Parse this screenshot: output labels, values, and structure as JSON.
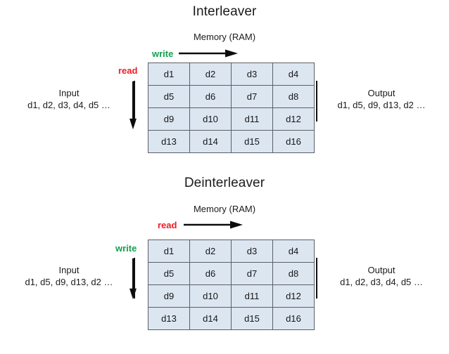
{
  "diagram": {
    "cell_fill": "#dce6f1",
    "cell_border": "#5a5f66",
    "write_color": "#12a050",
    "read_color": "#ee1c25"
  },
  "interleaver": {
    "title": "Interleaver",
    "memory_label": "Memory (RAM)",
    "horizontal_op": "write",
    "vertical_op": "read",
    "input": {
      "header": "Input",
      "sequence": "d1, d2, d3, d4, d5 …"
    },
    "output": {
      "header": "Output",
      "sequence": "d1, d5, d9, d13, d2 …"
    },
    "grid": [
      [
        "d1",
        "d2",
        "d3",
        "d4"
      ],
      [
        "d5",
        "d6",
        "d7",
        "d8"
      ],
      [
        "d9",
        "d10",
        "d11",
        "d12"
      ],
      [
        "d13",
        "d14",
        "d15",
        "d16"
      ]
    ]
  },
  "deinterleaver": {
    "title": "Deinterleaver",
    "memory_label": "Memory (RAM)",
    "horizontal_op": "read",
    "vertical_op": "write",
    "input": {
      "header": "Input",
      "sequence": "d1, d5, d9, d13, d2 …"
    },
    "output": {
      "header": "Output",
      "sequence": "d1, d2, d3, d4, d5 …"
    },
    "grid": [
      [
        "d1",
        "d2",
        "d3",
        "d4"
      ],
      [
        "d5",
        "d6",
        "d7",
        "d8"
      ],
      [
        "d9",
        "d10",
        "d11",
        "d12"
      ],
      [
        "d13",
        "d14",
        "d15",
        "d16"
      ]
    ]
  }
}
